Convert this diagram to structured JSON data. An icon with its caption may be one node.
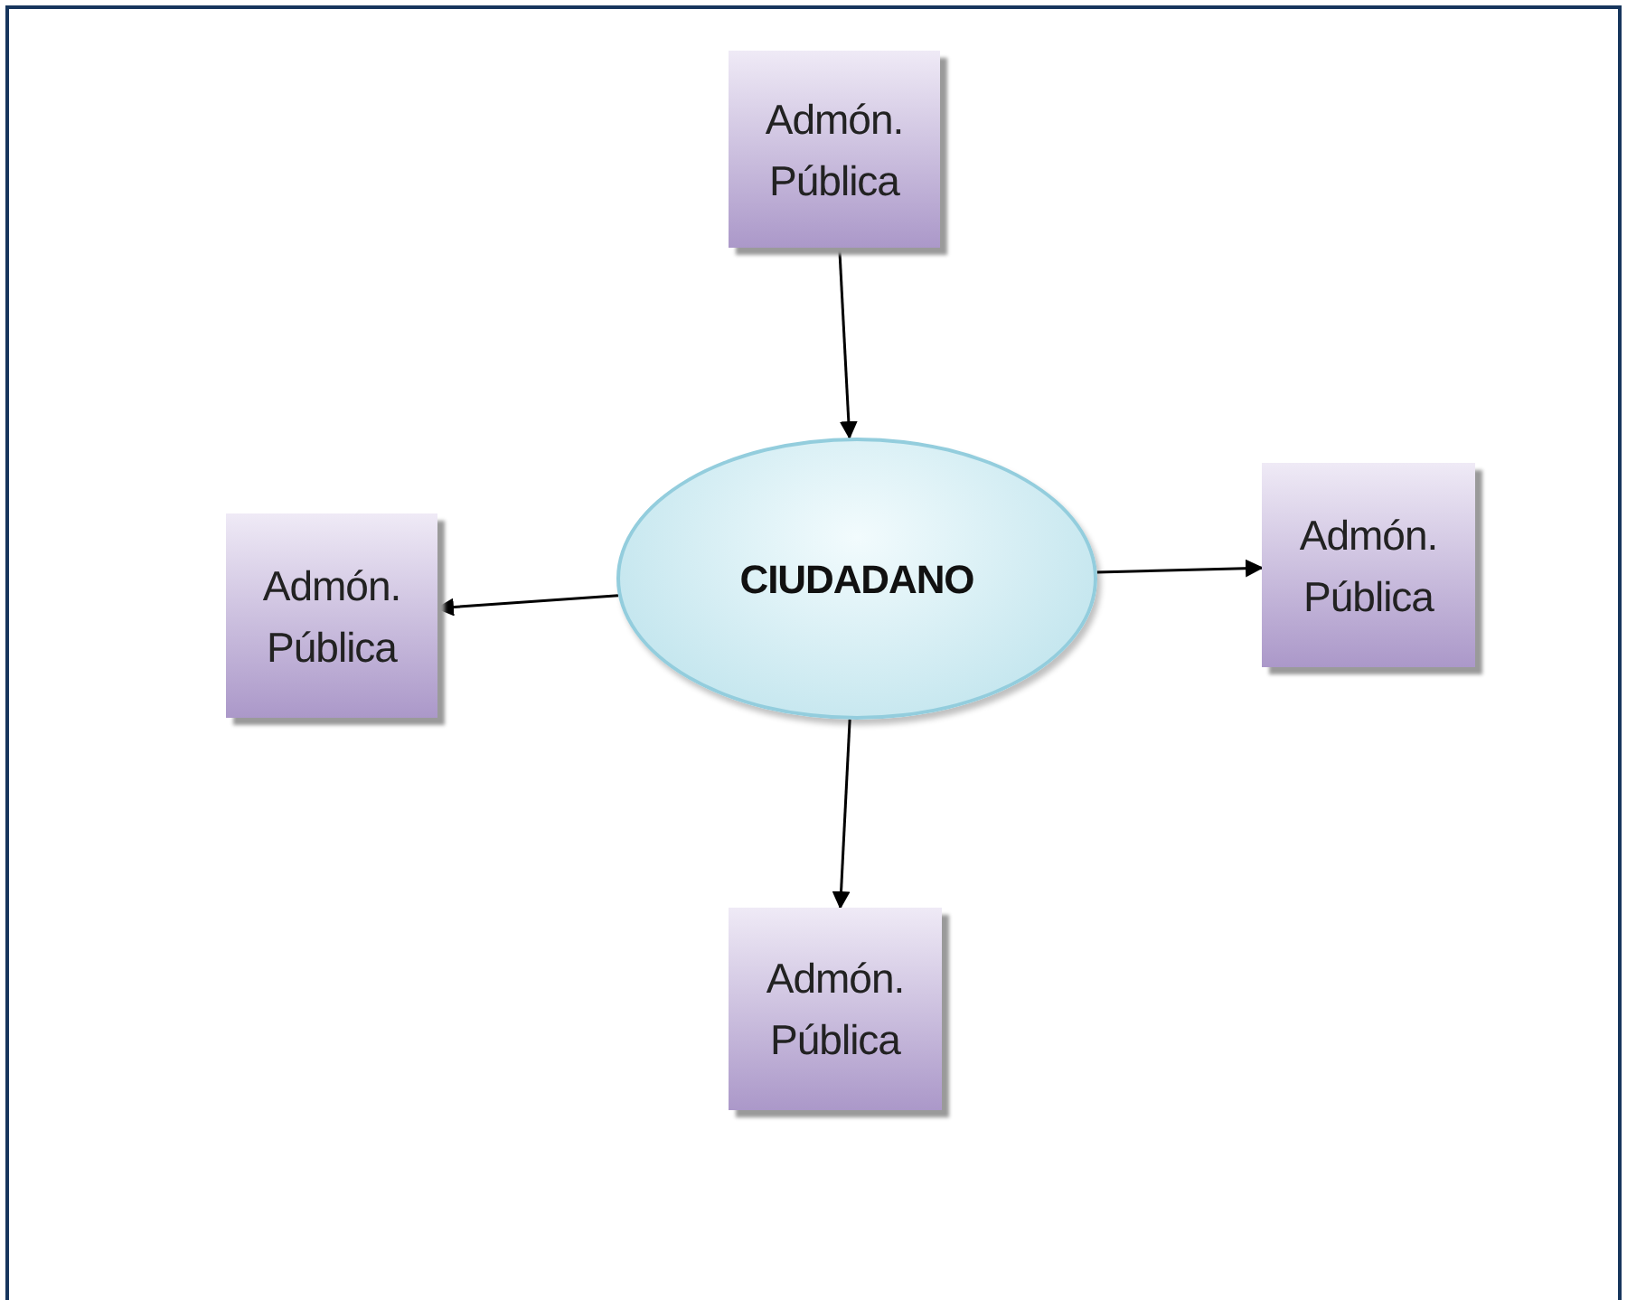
{
  "diagram": {
    "nodes": [
      {
        "text": [
          "Admón. Pública"
        ]
      },
      {
        "text": [
          "CIUDADANO"
        ]
      },
      {
        "text": [
          "Admón. Pública"
        ]
      },
      {
        "text": [
          "Admón. Pública"
        ]
      },
      {
        "text": [
          "Admón. Pública"
        ]
      }
    ],
    "edges": [
      {
        "from": 0,
        "to": 1,
        "arrow": "to"
      },
      {
        "from": 1,
        "to": 2,
        "arrow": "to"
      },
      {
        "from": 1,
        "to": 3,
        "arrow": "to"
      },
      {
        "from": 1,
        "to": 4,
        "arrow": "to"
      }
    ]
  }
}
